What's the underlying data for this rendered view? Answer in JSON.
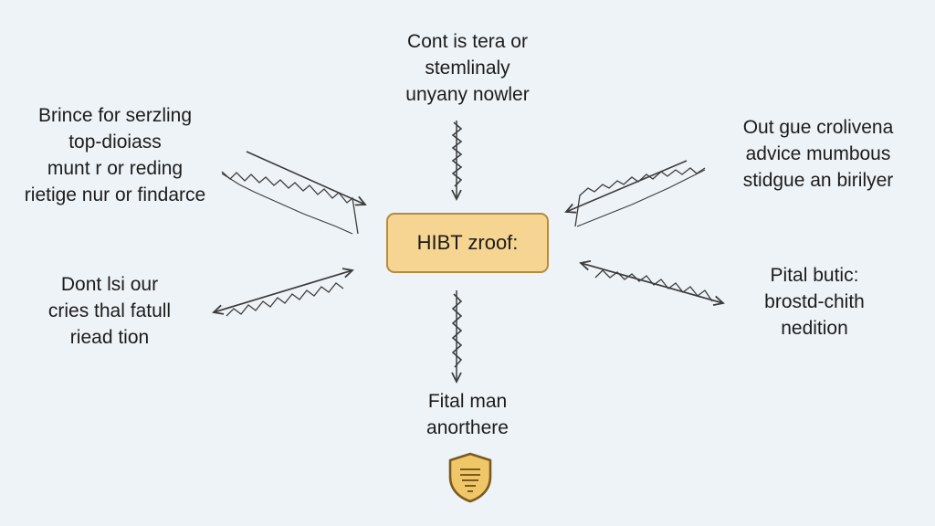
{
  "center": {
    "label": "HIBT zroof:"
  },
  "top": {
    "lines": [
      "Cont is tera or",
      "stemlinaly",
      "unyany nowler"
    ]
  },
  "left_top": {
    "lines": [
      "Brince for serzling",
      "top-dioiass",
      "munt r or reding",
      "rietige nur or findarce"
    ]
  },
  "right_top": {
    "lines": [
      "Out gue crolivena",
      "advice mumbous",
      "stidgue an birilyer"
    ]
  },
  "left_bottom": {
    "lines": [
      "Dont lsi our",
      "cries thal fatull",
      "riead tion"
    ]
  },
  "right_bottom": {
    "lines": [
      "Pital butic:",
      "brostd-chith",
      "nedition"
    ]
  },
  "bottom": {
    "lines": [
      "Fital man",
      "anorthere"
    ]
  },
  "icons": {
    "shield": "shield-icon"
  },
  "colors": {
    "background": "#eef3f7",
    "center_fill": "#f6d592",
    "center_border": "#b88a3c",
    "shield_fill": "#f0c768",
    "shield_border": "#7a5a1e",
    "line": "#3d3d3d"
  }
}
